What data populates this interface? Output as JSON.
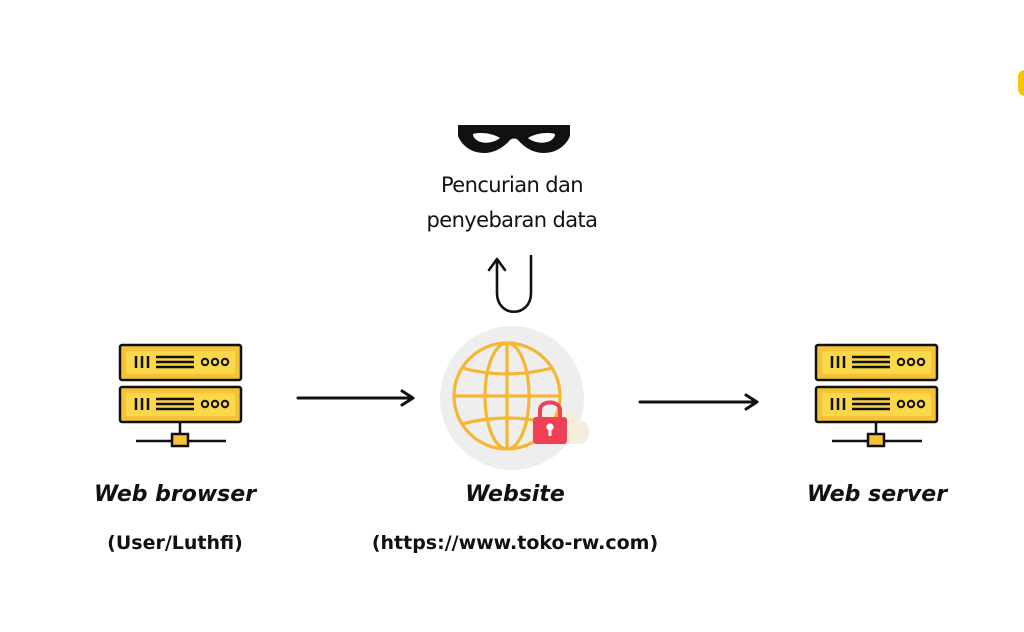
{
  "attacker": {
    "icon": "mask-icon",
    "label_line1": "Pencurian dan",
    "label_line2": "penyebaran data"
  },
  "nodes": {
    "browser": {
      "icon": "server-icon",
      "title": "Web browser",
      "subtitle": "(User/Luthfi)"
    },
    "website": {
      "icon": "globe-lock-icon",
      "title": "Website",
      "subtitle": "(https://www.toko-rw.com)"
    },
    "server": {
      "icon": "server-icon",
      "title": "Web server"
    }
  },
  "colors": {
    "accent": "#f8c300",
    "rack_face": "#f7c236",
    "rack_inner": "#fbd74a",
    "globe": "#f5b731",
    "globe_bg": "#eeeeee",
    "lock": "#ef4056",
    "ink": "#111111"
  }
}
